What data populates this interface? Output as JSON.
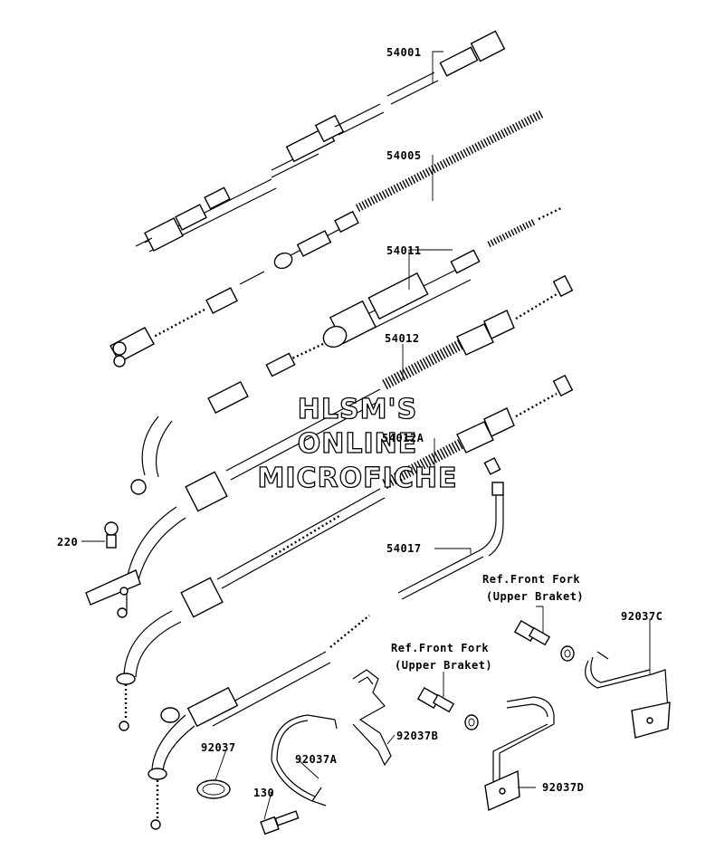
{
  "watermark": {
    "line1": "HLSM'S",
    "line2": "ONLINE",
    "line3": "MICROFICHE"
  },
  "callouts": [
    {
      "id": "54001",
      "text": "54001"
    },
    {
      "id": "54005",
      "text": "54005"
    },
    {
      "id": "54011",
      "text": "54011"
    },
    {
      "id": "54012",
      "text": "54012"
    },
    {
      "id": "54012A",
      "text": "54012A"
    },
    {
      "id": "54017",
      "text": "54017"
    },
    {
      "id": "220",
      "text": "220"
    },
    {
      "id": "92037",
      "text": "92037"
    },
    {
      "id": "92037A",
      "text": "92037A"
    },
    {
      "id": "92037B",
      "text": "92037B"
    },
    {
      "id": "92037C",
      "text": "92037C"
    },
    {
      "id": "92037D",
      "text": "92037D"
    },
    {
      "id": "130",
      "text": "130"
    }
  ],
  "references": [
    {
      "line1": "Ref.Front Fork",
      "line2": "(Upper Braket)"
    },
    {
      "line1": "Ref.Front Fork",
      "line2": "(Upper Braket)"
    }
  ]
}
